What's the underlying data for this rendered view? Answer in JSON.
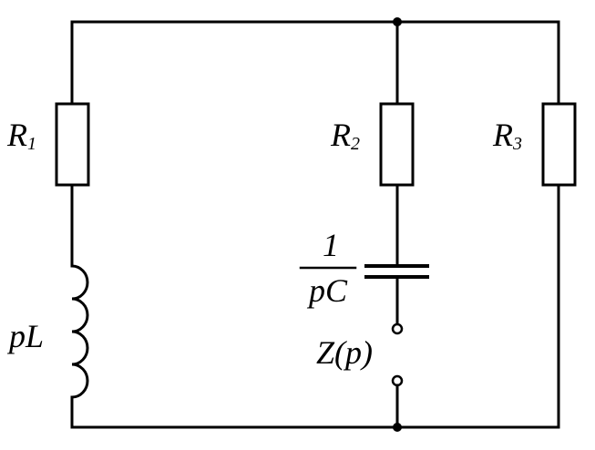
{
  "diagram": {
    "labels": {
      "r1": {
        "main": "R",
        "sub": "1"
      },
      "r2": {
        "main": "R",
        "sub": "2"
      },
      "r3": {
        "main": "R",
        "sub": "3"
      },
      "inductor": "pL",
      "capacitor_numerator": "1",
      "capacitor_denominator": "pC",
      "impedance": "Z(p)"
    }
  }
}
